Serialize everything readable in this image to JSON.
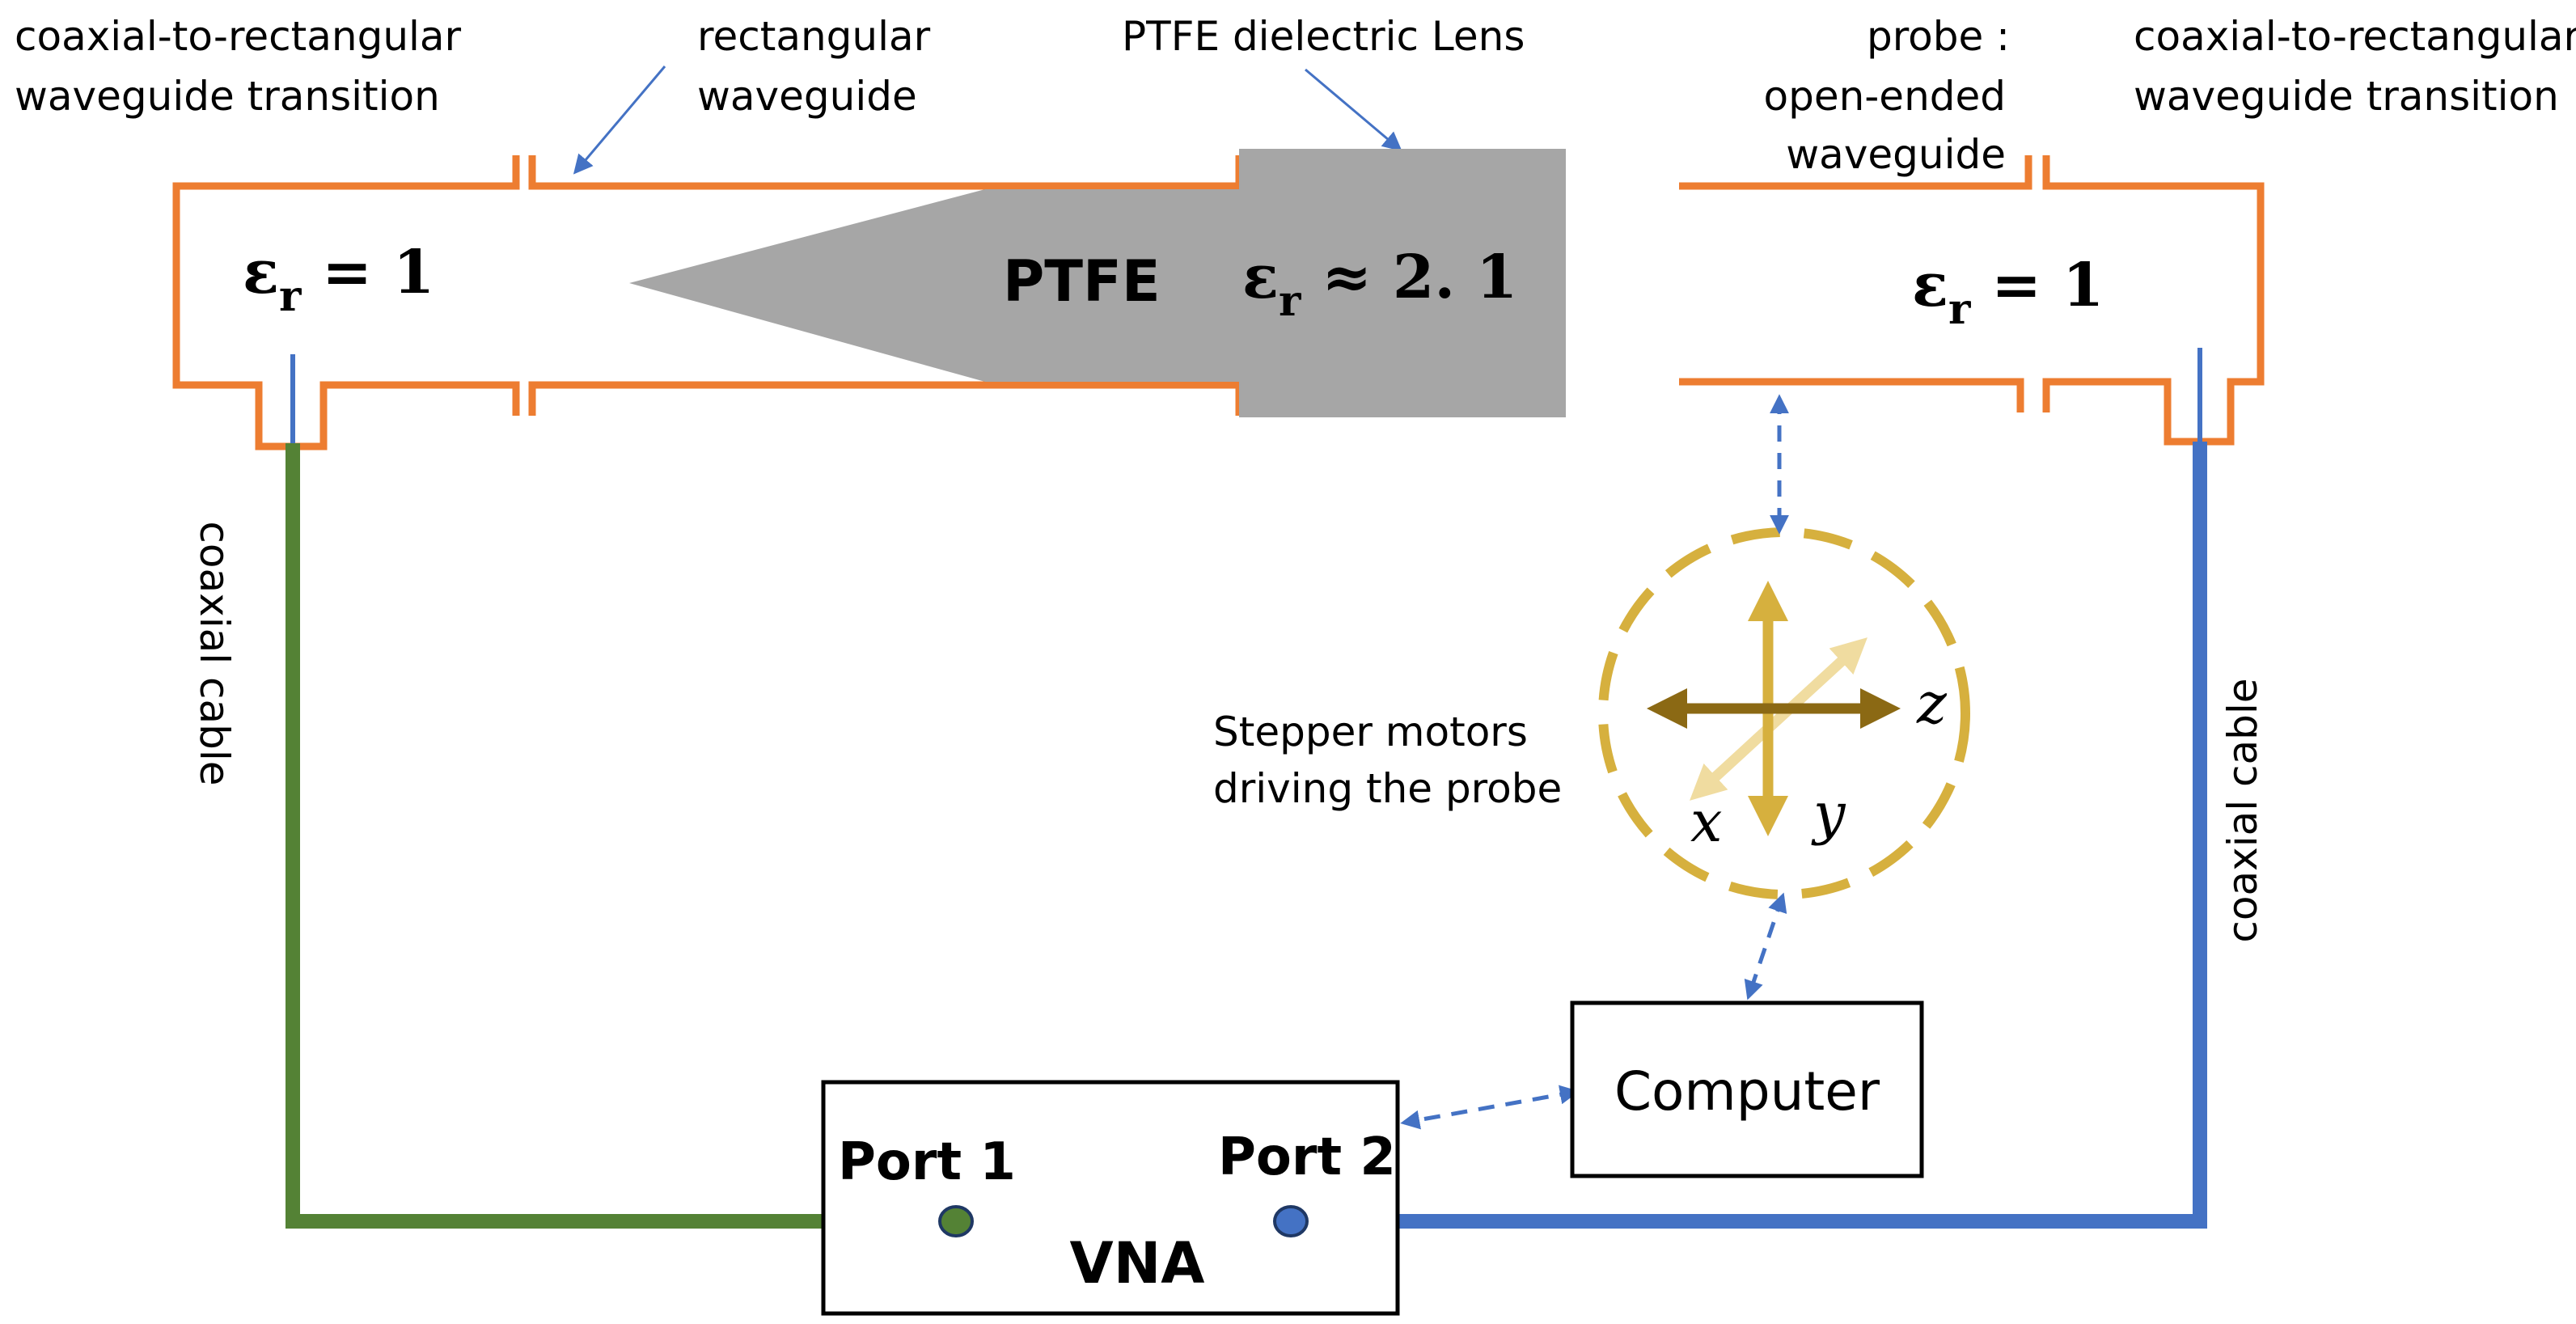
{
  "labels": {
    "transition_left_1": "coaxial-to-rectangular",
    "transition_left_2": "waveguide transition",
    "waveguide_1": "rectangular",
    "waveguide_2": "waveguide",
    "lens": "PTFE dielectric Lens",
    "probe_1": "probe :",
    "probe_2": "open-ended",
    "probe_3": "waveguide",
    "transition_right_1": "coaxial-to-rectangular",
    "transition_right_2": "waveguide transition",
    "ptfe": "PTFE",
    "cable_left": "coaxial cable",
    "cable_right": "coaxial cable",
    "stepper_1": "Stepper motors",
    "stepper_2": "driving the probe",
    "computer": "Computer",
    "port1": "Port 1",
    "port2": "Port 2",
    "vna": "VNA"
  },
  "equations": {
    "left": {
      "sym": "ε",
      "sub": "r",
      "rel": " = 1"
    },
    "lens": {
      "sym": "ε",
      "sub": "r",
      "rel": " ≈ 2. 1"
    },
    "right": {
      "sym": "ε",
      "sub": "r",
      "rel": " = 1"
    }
  },
  "axes": {
    "x": "x",
    "y": "y",
    "z": "z"
  },
  "colors": {
    "waveguide": "#ED7D31",
    "lens": "#A6A6A6",
    "cable_port1": "#548235",
    "cable_port2": "#4472C4",
    "motor": "#D6B03E",
    "axis_z": "#8B6914",
    "axis_x": "#F0DCA0",
    "control_link": "#4472C4"
  }
}
